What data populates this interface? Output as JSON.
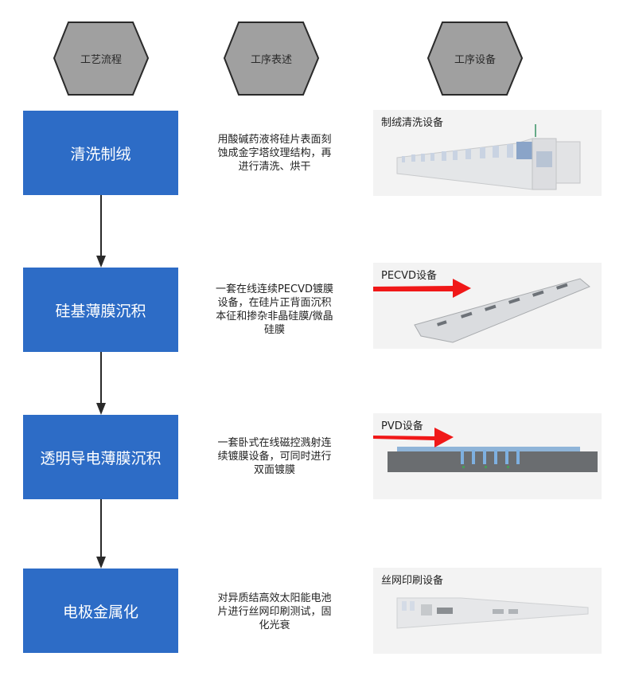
{
  "headers": [
    {
      "label": "工艺流程"
    },
    {
      "label": "工序表述"
    },
    {
      "label": "工序设备"
    }
  ],
  "colors": {
    "step_box": "#2d6cc6",
    "hexagon_fill": "#a0a0a0",
    "hexagon_stroke": "#2a2a2a",
    "arrow": "#2a2a2a",
    "highlight_arrow": "#f01818",
    "equipment_bg": "#f3f3f3"
  },
  "steps": [
    {
      "name": "清洗制绒",
      "description": [
        "用酸碱药液将硅片表面刻",
        "蚀成金字塔纹理结构，再",
        "进行清洗、烘干"
      ],
      "equipment": {
        "label": "制绒清洗设备",
        "image": "texturing-cleaning-machine",
        "has_red_arrow": false
      }
    },
    {
      "name": "硅基薄膜沉积",
      "description": [
        "一套在线连续PECVD镀膜",
        "设备，在硅片正背面沉积",
        "本征和掺杂非晶硅膜/微晶",
        "硅膜"
      ],
      "equipment": {
        "label": "PECVD设备",
        "image": "pecvd-machine",
        "has_red_arrow": true
      }
    },
    {
      "name": "透明导电薄膜沉积",
      "description": [
        "一套卧式在线磁控溅射连",
        "续镀膜设备，可同时进行",
        "双面镀膜"
      ],
      "equipment": {
        "label": "PVD设备",
        "image": "pvd-machine",
        "has_red_arrow": true
      }
    },
    {
      "name": "电极金属化",
      "description": [
        "对异质结高效太阳能电池",
        "片进行丝网印刷测试，固",
        "化光衰"
      ],
      "equipment": {
        "label": "丝网印刷设备",
        "image": "screen-printing-machine",
        "has_red_arrow": false
      }
    }
  ]
}
